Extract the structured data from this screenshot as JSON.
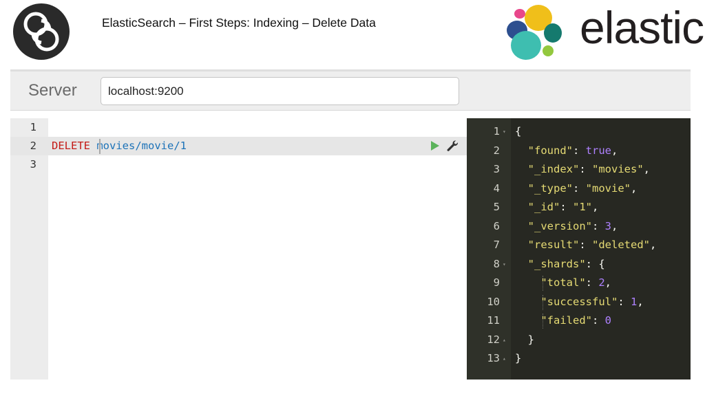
{
  "slide": {
    "title": "ElasticSearch – First Steps: Indexing – Delete Data",
    "brand_wordmark": "elastic"
  },
  "colors": {
    "response_bg": "#272822",
    "string": "#e6db74",
    "number": "#ae81ff",
    "delete_method": "#c41a16",
    "path": "#1c72b8",
    "run": "#5bb35b"
  },
  "server": {
    "label": "Server",
    "value": "localhost:9200"
  },
  "request": {
    "line_numbers": [
      "1",
      "2",
      "3"
    ],
    "method": "DELETE",
    "path": "movies/movie/1",
    "run_icon": "play-icon",
    "settings_icon": "wrench-icon"
  },
  "response": {
    "line_numbers": [
      "1",
      "2",
      "3",
      "4",
      "5",
      "6",
      "7",
      "8",
      "9",
      "10",
      "11",
      "12",
      "13"
    ],
    "lines": [
      [
        {
          "t": "p",
          "v": "{"
        }
      ],
      [
        {
          "t": "p",
          "v": "  "
        },
        {
          "t": "s",
          "v": "\"found\""
        },
        {
          "t": "p",
          "v": ": "
        },
        {
          "t": "b",
          "v": "true"
        },
        {
          "t": "p",
          "v": ","
        }
      ],
      [
        {
          "t": "p",
          "v": "  "
        },
        {
          "t": "s",
          "v": "\"_index\""
        },
        {
          "t": "p",
          "v": ": "
        },
        {
          "t": "s",
          "v": "\"movies\""
        },
        {
          "t": "p",
          "v": ","
        }
      ],
      [
        {
          "t": "p",
          "v": "  "
        },
        {
          "t": "s",
          "v": "\"_type\""
        },
        {
          "t": "p",
          "v": ": "
        },
        {
          "t": "s",
          "v": "\"movie\""
        },
        {
          "t": "p",
          "v": ","
        }
      ],
      [
        {
          "t": "p",
          "v": "  "
        },
        {
          "t": "s",
          "v": "\"_id\""
        },
        {
          "t": "p",
          "v": ": "
        },
        {
          "t": "s",
          "v": "\"1\""
        },
        {
          "t": "p",
          "v": ","
        }
      ],
      [
        {
          "t": "p",
          "v": "  "
        },
        {
          "t": "s",
          "v": "\"_version\""
        },
        {
          "t": "p",
          "v": ": "
        },
        {
          "t": "n",
          "v": "3"
        },
        {
          "t": "p",
          "v": ","
        }
      ],
      [
        {
          "t": "p",
          "v": "  "
        },
        {
          "t": "s",
          "v": "\"result\""
        },
        {
          "t": "p",
          "v": ": "
        },
        {
          "t": "s",
          "v": "\"deleted\""
        },
        {
          "t": "p",
          "v": ","
        }
      ],
      [
        {
          "t": "p",
          "v": "  "
        },
        {
          "t": "s",
          "v": "\"_shards\""
        },
        {
          "t": "p",
          "v": ": {"
        }
      ],
      [
        {
          "t": "p",
          "v": "    "
        },
        {
          "t": "s",
          "v": "\"total\""
        },
        {
          "t": "p",
          "v": ": "
        },
        {
          "t": "n",
          "v": "2"
        },
        {
          "t": "p",
          "v": ","
        }
      ],
      [
        {
          "t": "p",
          "v": "    "
        },
        {
          "t": "s",
          "v": "\"successful\""
        },
        {
          "t": "p",
          "v": ": "
        },
        {
          "t": "n",
          "v": "1"
        },
        {
          "t": "p",
          "v": ","
        }
      ],
      [
        {
          "t": "p",
          "v": "    "
        },
        {
          "t": "s",
          "v": "\"failed\""
        },
        {
          "t": "p",
          "v": ": "
        },
        {
          "t": "n",
          "v": "0"
        }
      ],
      [
        {
          "t": "p",
          "v": "  }"
        }
      ],
      [
        {
          "t": "p",
          "v": "}"
        }
      ]
    ]
  }
}
